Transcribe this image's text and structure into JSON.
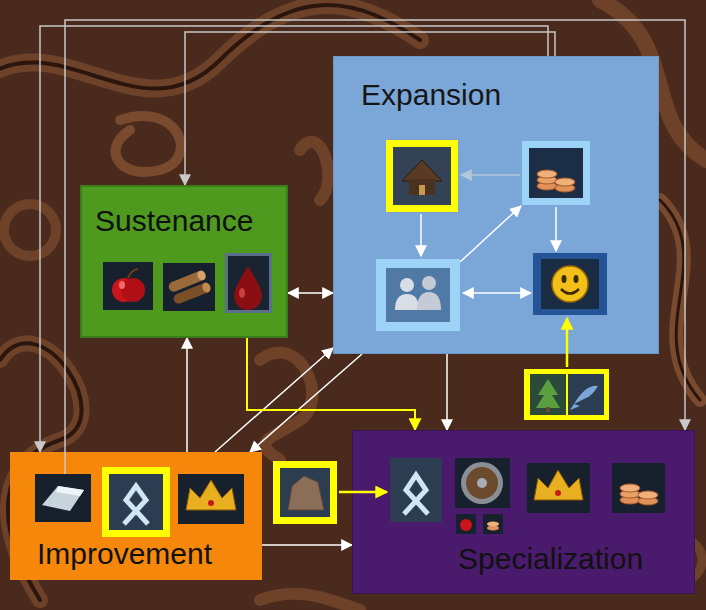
{
  "diagram": {
    "nodes": [
      {
        "text": [
          "Expansion"
        ]
      },
      {
        "text": [
          "Sustenance"
        ]
      },
      {
        "text": [
          "Improvement"
        ]
      },
      {
        "text": [
          "Specialization"
        ]
      }
    ],
    "edges": [
      {
        "from": 2,
        "to": 1,
        "arrow": "to"
      },
      {
        "from": 2,
        "to": 0,
        "arrow": "to"
      },
      {
        "from": 0,
        "to": 2,
        "arrow": "to"
      },
      {
        "from": 2,
        "to": 3,
        "arrow": "to"
      },
      {
        "from": 0,
        "to": 3,
        "arrow": "to"
      },
      {
        "from": 1,
        "to": 0,
        "arrow": "both"
      },
      {
        "from": 1,
        "to": 3,
        "arrow": "to"
      },
      {
        "from": 0,
        "to": 1,
        "arrow": "to"
      },
      {
        "from": 2,
        "to": 3,
        "arrow": "to"
      },
      {
        "from": 0,
        "to": 2,
        "arrow": "to"
      }
    ]
  }
}
